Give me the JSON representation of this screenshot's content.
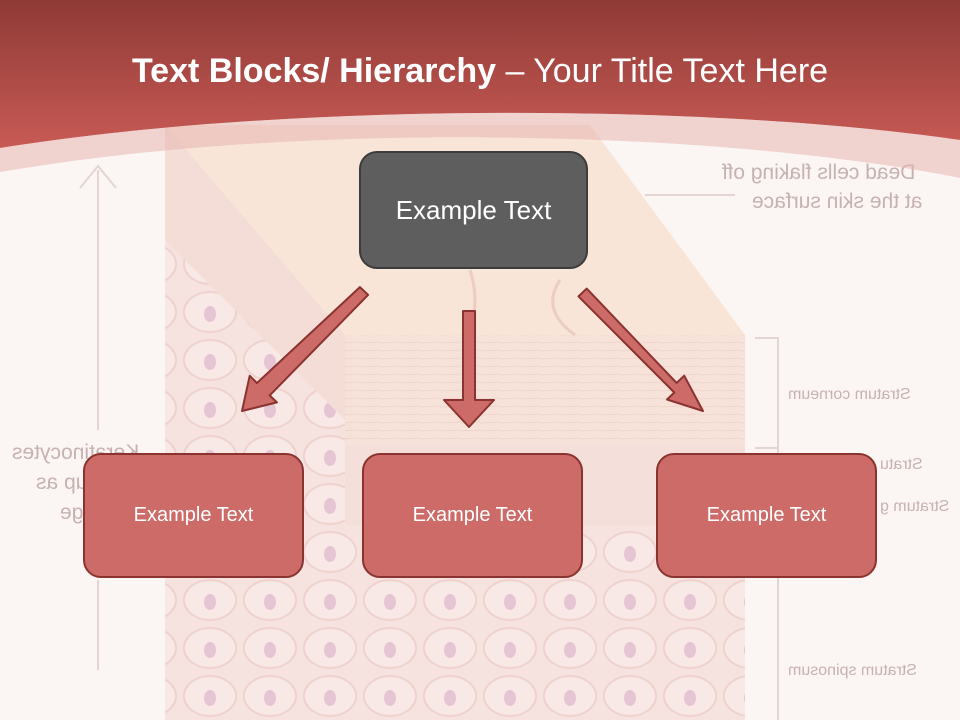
{
  "slide": {
    "title_bold": "Text Blocks/ Hierarchy",
    "title_rest": " – Your Title Text Here"
  },
  "hierarchy": {
    "top": {
      "label": "Example Text"
    },
    "children": [
      {
        "label": "Example Text"
      },
      {
        "label": "Example Text"
      },
      {
        "label": "Example Text"
      }
    ]
  },
  "background_labels": {
    "dead_cells_line1": "Dead cells flaking off",
    "dead_cells_line2": "at the skin surface",
    "stratum_corneum": "Stratum corneum",
    "stratum_2": "Stratu",
    "stratum_3": "Stratum g",
    "stratum_spinosum": "Stratum spinosum",
    "keratinocytes_line1": "Keratinocytes",
    "keratinocytes_line2": "up as",
    "keratinocytes_line3": "ge"
  },
  "colors": {
    "header": "#c0504d",
    "header_dark": "#8f3a36",
    "top_box": "#5e5e5e",
    "child_box": "#cc6b67",
    "arrow": "#cc6b67",
    "arrow_border": "#8a3330"
  }
}
